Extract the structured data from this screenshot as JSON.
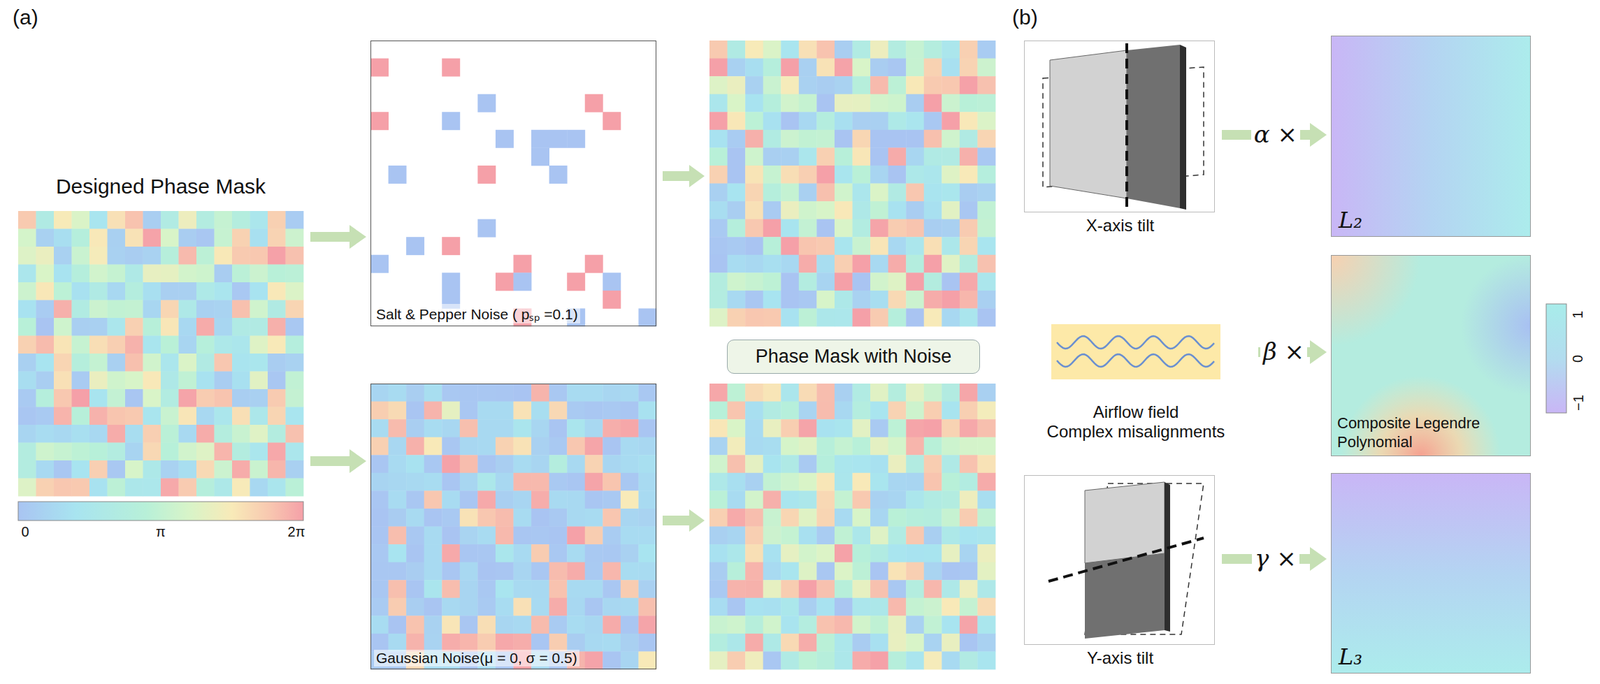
{
  "diagram": {
    "nodes": [
      {
        "text": [
          "Designed Phase Mask"
        ]
      },
      {
        "text": [
          "Salt & Pepper Noise ( pₛₚ =0.1)"
        ]
      },
      {
        "text": [
          "Gaussian Noise(μ = 0, σ = 0.5)"
        ]
      },
      {
        "text": [
          "Phase Mask with Noise"
        ]
      },
      {
        "text": [
          "X-axis tilt"
        ]
      },
      {
        "text": [
          "L₂"
        ]
      },
      {
        "text": [
          "Airflow field",
          "Complex misalignments"
        ]
      },
      {
        "text": [
          "Composite Legendre Polynomial"
        ]
      },
      {
        "text": [
          "Y-axis tilt"
        ]
      },
      {
        "text": [
          "L₃"
        ]
      }
    ],
    "edges": [
      {
        "from": 0,
        "to": 1,
        "arrow": "to"
      },
      {
        "from": 0,
        "to": 2,
        "arrow": "to"
      },
      {
        "from": 4,
        "to": 5,
        "label": "α ×",
        "arrow": "to"
      },
      {
        "from": 6,
        "to": 7,
        "label": "β ×",
        "arrow": "to"
      },
      {
        "from": 8,
        "to": 9,
        "label": "γ ×",
        "arrow": "to"
      }
    ],
    "labels": [
      "(a)",
      "(b)",
      "0",
      "π",
      "2π",
      "1",
      "0",
      "−1"
    ]
  }
}
